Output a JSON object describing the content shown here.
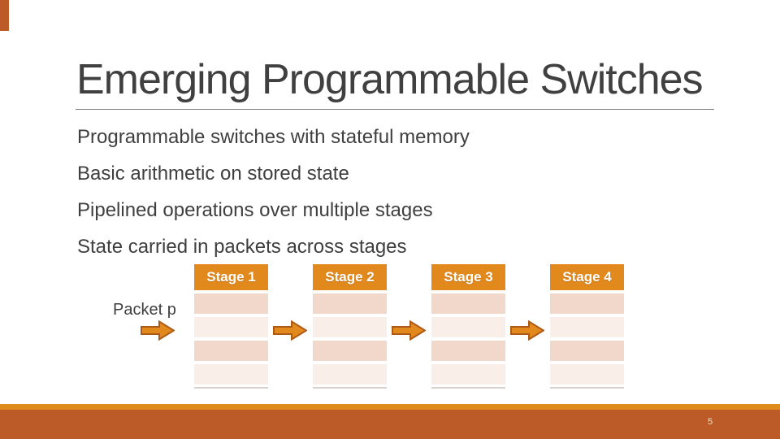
{
  "slide": {
    "title": "Emerging Programmable Switches",
    "bullets": [
      "Programmable switches with stateful memory",
      "Basic arithmetic on stored state",
      "Pipelined operations over multiple stages",
      "State carried in packets across stages"
    ],
    "page_number": "5"
  },
  "diagram": {
    "packet_label": "Packet p",
    "rows_per_stage": 4,
    "stages": [
      {
        "label": "Stage 1"
      },
      {
        "label": "Stage 2"
      },
      {
        "label": "Stage 3"
      },
      {
        "label": "Stage 4"
      }
    ]
  },
  "colors": {
    "accent_orange": "#E2891E",
    "arrow_border": "#AE5A17",
    "band_rust": "#BC5B28",
    "band_amber": "#DE8B1B",
    "row_dark": "#F2D8CB",
    "row_light": "#FAEEE9",
    "title_gray": "#404040",
    "body_gray": "#3F3F3F",
    "underline_gray": "#808080",
    "footline_gray": "#D8D2CE",
    "page_number_cream": "#EFE5C6",
    "corner_mark": "#BC5B28"
  }
}
